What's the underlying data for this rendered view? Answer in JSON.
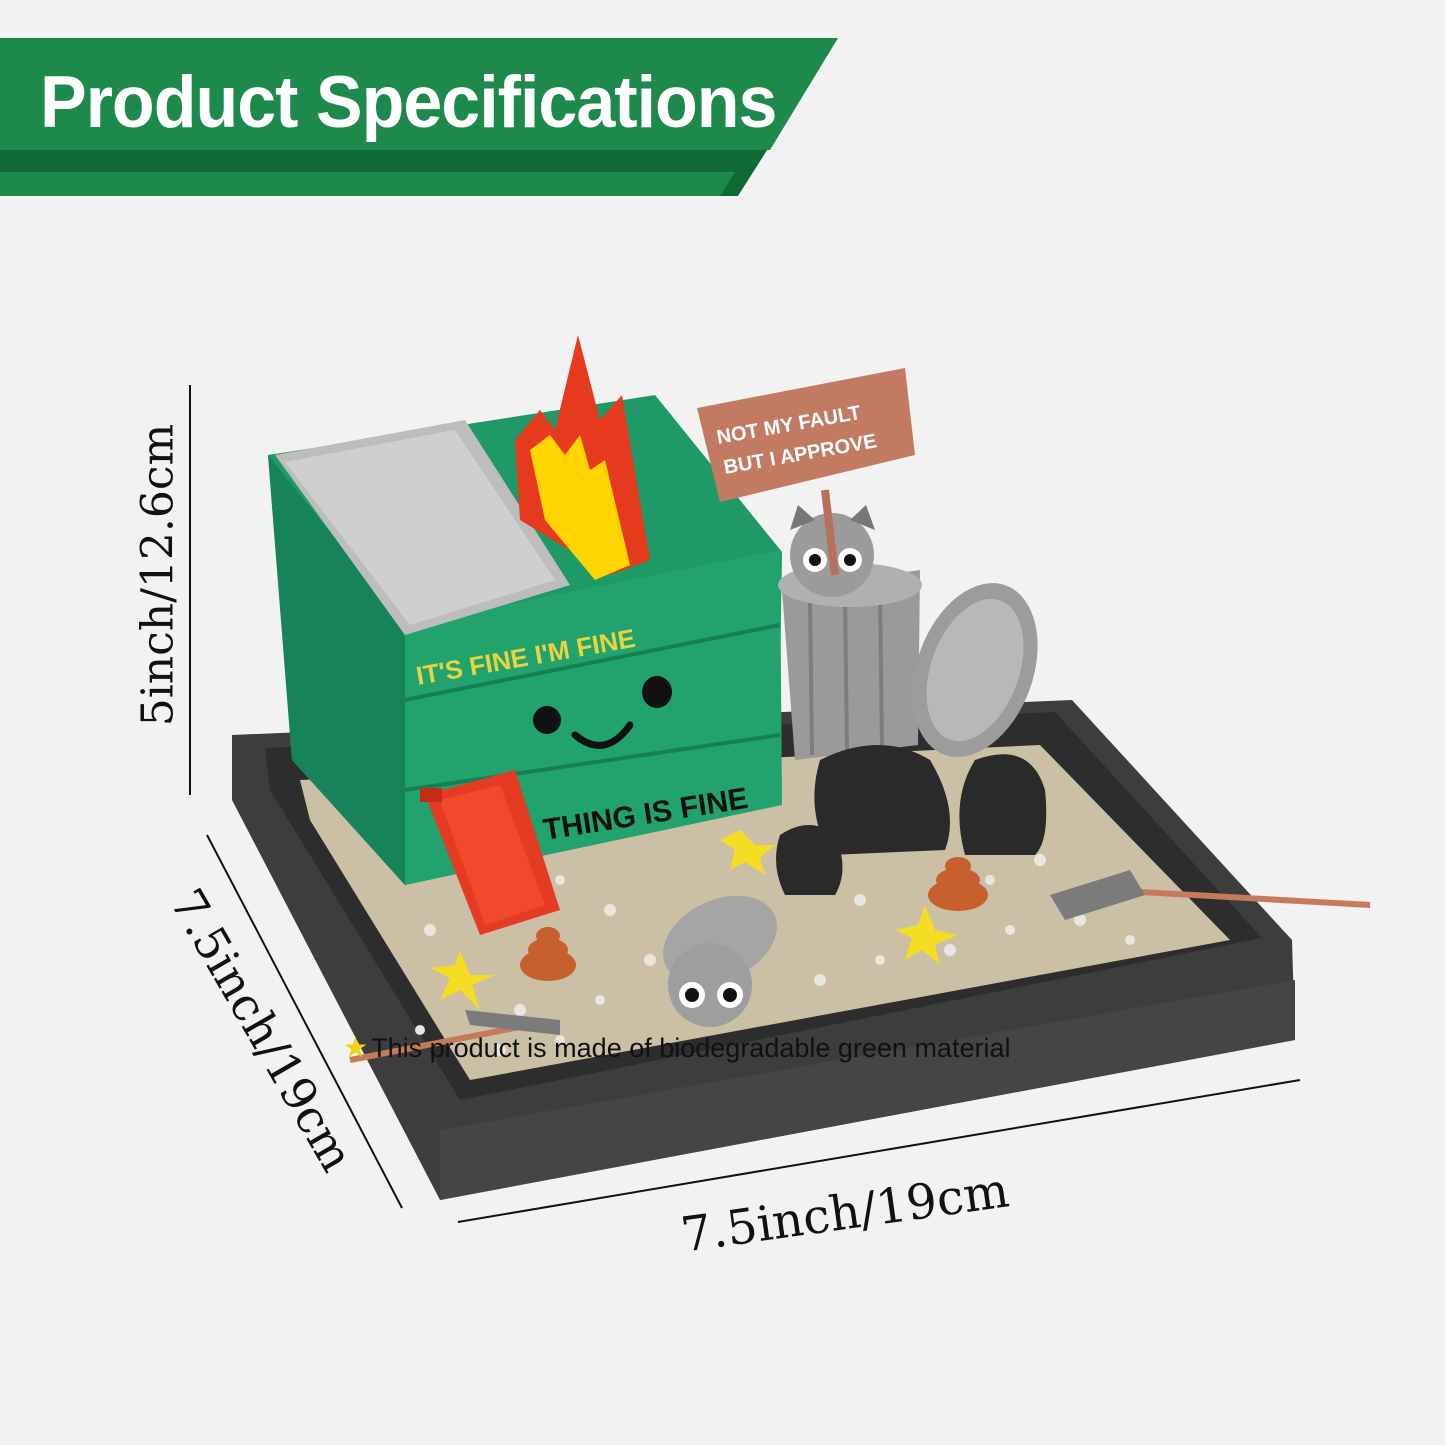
{
  "banner": {
    "title": "Product Specifications",
    "color": "#1d8a4b",
    "accent": "#0f6a35"
  },
  "dimensions": {
    "height": "5inch/12.6cm",
    "depth": "7.5inch/19cm",
    "width": "7.5inch/19cm"
  },
  "product": {
    "dumpster_text_top": "IT'S FINE I'M FINE",
    "dumpster_text_bottom": "THING IS FINE",
    "sign_text_line1": "NOT MY FAULT",
    "sign_text_line2": "BUT I APPROVE",
    "dumpster_color": "#1f9a66",
    "tray_color": "#3a3a3a"
  },
  "footer": {
    "icon": "star-icon",
    "text": "This product is made of biodegradable green material"
  }
}
